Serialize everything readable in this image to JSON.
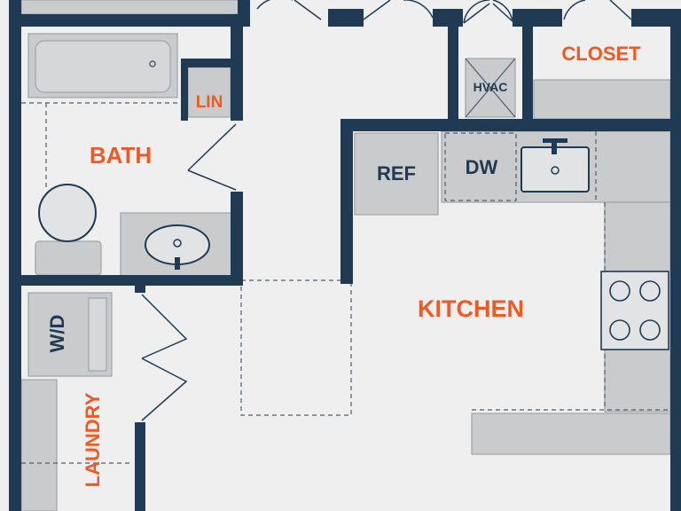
{
  "rooms": {
    "bath": "BATH",
    "linen": "LIN",
    "closet": "CLOSET",
    "hvac": "HVAC",
    "kitchen": "KITCHEN",
    "laundry": "LAUNDRY"
  },
  "fixtures": {
    "refrigerator": "REF",
    "dishwasher": "DW",
    "washer_dryer": "W/D"
  },
  "colors": {
    "wall": "#1F3A52",
    "floor": "#EFEFF0",
    "fixture": "#CACBCD",
    "label_orange": "#EE5A24",
    "label_navy": "#1F3A52"
  }
}
